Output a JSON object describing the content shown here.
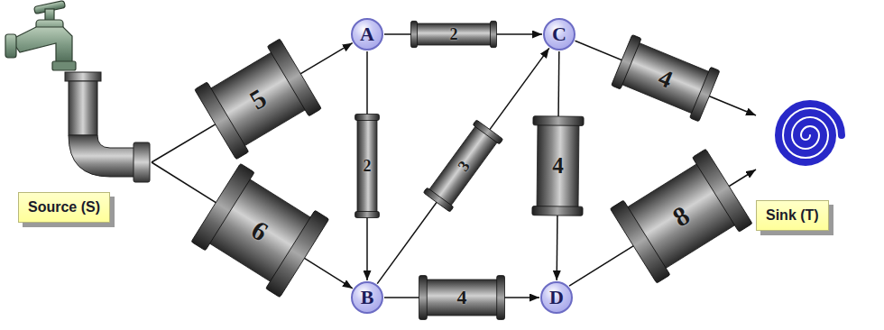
{
  "diagram": {
    "nodes": [
      {
        "text": [
          "Source (S)"
        ]
      },
      {
        "text": [
          "A"
        ]
      },
      {
        "text": [
          "B"
        ]
      },
      {
        "text": [
          "C"
        ]
      },
      {
        "text": [
          "D"
        ]
      },
      {
        "text": [
          "Sink (T)"
        ]
      }
    ],
    "edges": [
      {
        "from": 0,
        "to": 1,
        "arrow": "to",
        "label": "5"
      },
      {
        "from": 0,
        "to": 2,
        "arrow": "to",
        "label": "6"
      },
      {
        "from": 1,
        "to": 3,
        "arrow": "to",
        "label": "2"
      },
      {
        "from": 1,
        "to": 2,
        "arrow": "to",
        "label": "2"
      },
      {
        "from": 2,
        "to": 3,
        "arrow": "to",
        "label": "3"
      },
      {
        "from": 3,
        "to": 4,
        "arrow": "to",
        "label": "4"
      },
      {
        "from": 2,
        "to": 4,
        "arrow": "to",
        "label": "4"
      },
      {
        "from": 3,
        "to": 5,
        "arrow": "to",
        "label": "4"
      },
      {
        "from": 4,
        "to": 5,
        "arrow": "to",
        "label": "8"
      }
    ]
  }
}
